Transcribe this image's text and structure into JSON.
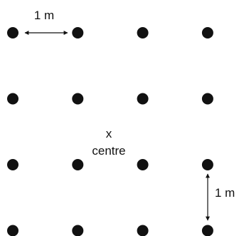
{
  "diagram": {
    "grid": {
      "rows": 4,
      "columns": 4,
      "dot_color": "#111111"
    },
    "horizontal_spacing_label": "1 m",
    "vertical_spacing_label": "1 m",
    "centre_marker": "x",
    "centre_label": "centre"
  }
}
